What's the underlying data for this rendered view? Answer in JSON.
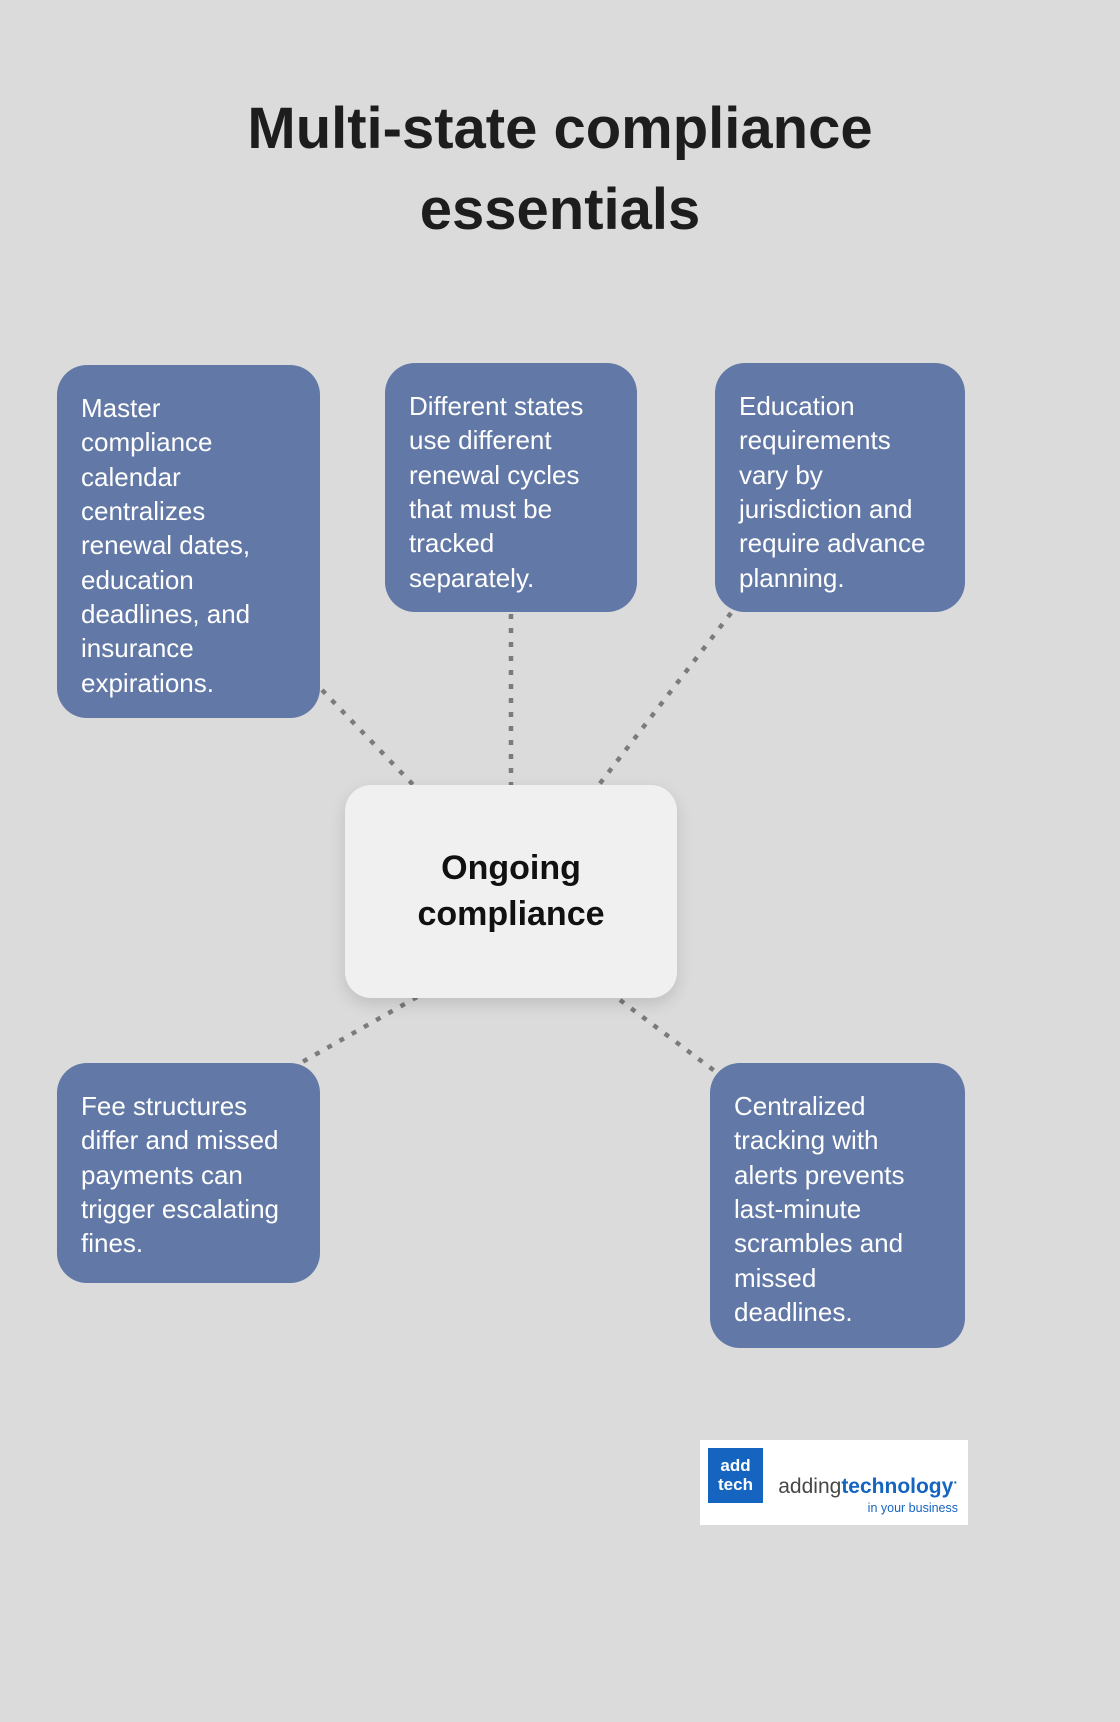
{
  "title": "Multi-state compliance essentials",
  "center": {
    "label": "Ongoing compliance"
  },
  "nodes": [
    {
      "id": "master-calendar",
      "text": "Master compliance calendar centralizes renewal dates, education deadlines, and insurance expirations."
    },
    {
      "id": "renewal-cycles",
      "text": "Different states use different renewal cycles that must be tracked separately."
    },
    {
      "id": "education-requirements",
      "text": "Education requirements vary by jurisdiction and require advance planning."
    },
    {
      "id": "fee-structures",
      "text": "Fee structures differ and missed payments can trigger escalating fines."
    },
    {
      "id": "centralized-tracking",
      "text": "Centralized tracking with alerts prevents last-minute scrambles and missed deadlines."
    }
  ],
  "logo": {
    "mark_line1": "add",
    "mark_line2": "tech",
    "word_part1": "adding",
    "word_part2": "technology",
    "trademark": "·",
    "tagline": "in your business"
  },
  "colors": {
    "background": "#dbdbdb",
    "node_fill": "#6278a6",
    "node_text": "#ffffff",
    "center_fill": "#f0f0f0",
    "center_text": "#111111",
    "connector": "#7b7b7b",
    "logo_blue": "#1565c0",
    "title_text": "#1d1d1d"
  }
}
